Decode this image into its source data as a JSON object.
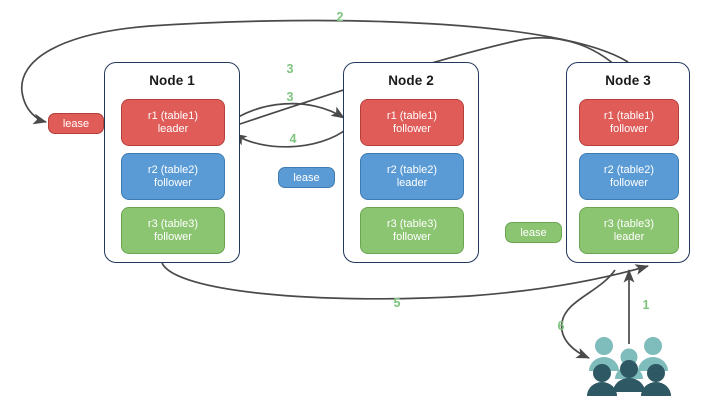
{
  "diagram": {
    "title": "Multi-Raft lease and request routing diagram",
    "colors": {
      "arrow": "#4A4A4A",
      "step_label": "#7DC37D",
      "node_border": "#23395B",
      "replica_red": "#E05C58",
      "replica_blue": "#5A9BD5",
      "replica_green": "#8CC572",
      "people_light": "#7FBCBC",
      "people_dark": "#2E5863",
      "background": "#FFFFFF"
    }
  },
  "nodes": [
    {
      "id": "node-1",
      "title": "Node 1",
      "replicas": [
        {
          "id": "r1",
          "line1": "r1 (table1)",
          "line2": "leader",
          "color": "red"
        },
        {
          "id": "r2",
          "line1": "r2 (table2)",
          "line2": "follower",
          "color": "blue"
        },
        {
          "id": "r3",
          "line1": "r3 (table3)",
          "line2": "follower",
          "color": "green"
        }
      ]
    },
    {
      "id": "node-2",
      "title": "Node 2",
      "replicas": [
        {
          "id": "r1",
          "line1": "r1 (table1)",
          "line2": "follower",
          "color": "red"
        },
        {
          "id": "r2",
          "line1": "r2 (table2)",
          "line2": "leader",
          "color": "blue"
        },
        {
          "id": "r3",
          "line1": "r3 (table3)",
          "line2": "follower",
          "color": "green"
        }
      ]
    },
    {
      "id": "node-3",
      "title": "Node 3",
      "replicas": [
        {
          "id": "r1",
          "line1": "r1 (table1)",
          "line2": "follower",
          "color": "red"
        },
        {
          "id": "r2",
          "line1": "r2 (table2)",
          "line2": "follower",
          "color": "blue"
        },
        {
          "id": "r3",
          "line1": "r3 (table3)",
          "line2": "leader",
          "color": "green"
        }
      ]
    }
  ],
  "leases": [
    {
      "id": "lease-red",
      "label": "lease",
      "color": "red"
    },
    {
      "id": "lease-blue",
      "label": "lease",
      "color": "blue"
    },
    {
      "id": "lease-green",
      "label": "lease",
      "color": "green"
    }
  ],
  "steps": [
    {
      "id": "step-1",
      "label": "1"
    },
    {
      "id": "step-2",
      "label": "2"
    },
    {
      "id": "step-3a",
      "label": "3"
    },
    {
      "id": "step-3b",
      "label": "3"
    },
    {
      "id": "step-4",
      "label": "4"
    },
    {
      "id": "step-5",
      "label": "5"
    },
    {
      "id": "step-6",
      "label": "6"
    }
  ],
  "actors": {
    "clients_icon": "people-group-icon"
  }
}
